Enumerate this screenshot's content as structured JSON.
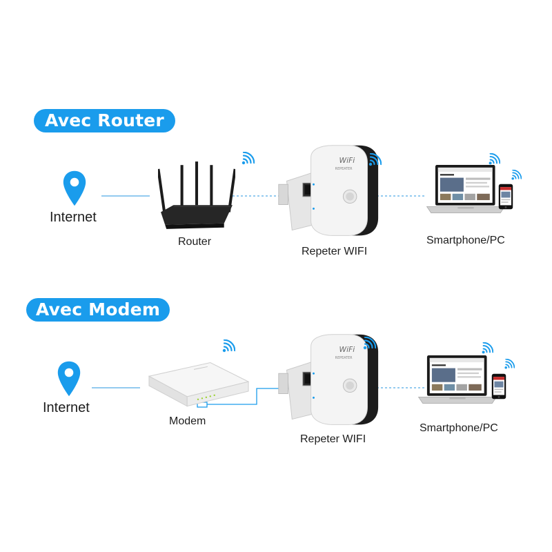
{
  "colors": {
    "accent": "#1a9cec",
    "connector_line": "#6eb9ea",
    "device_dark": "#1c1c1c",
    "device_white": "#f4f4f4"
  },
  "sections": {
    "router": {
      "heading": "Avec Router",
      "internet_label": "Internet",
      "source_label": "Router",
      "repeater_label": "Repeter WIFI",
      "client_label": "Smartphone/PC"
    },
    "modem": {
      "heading": "Avec Modem",
      "internet_label": "Internet",
      "source_label": "Modem",
      "repeater_label": "Repeter WIFI",
      "client_label": "Smartphone/PC"
    }
  },
  "icons": [
    "location-pin-icon",
    "wifi-signal-icon",
    "router-image",
    "modem-image",
    "wifi-repeater-image",
    "laptop-image",
    "smartphone-image",
    "ethernet-cable"
  ]
}
